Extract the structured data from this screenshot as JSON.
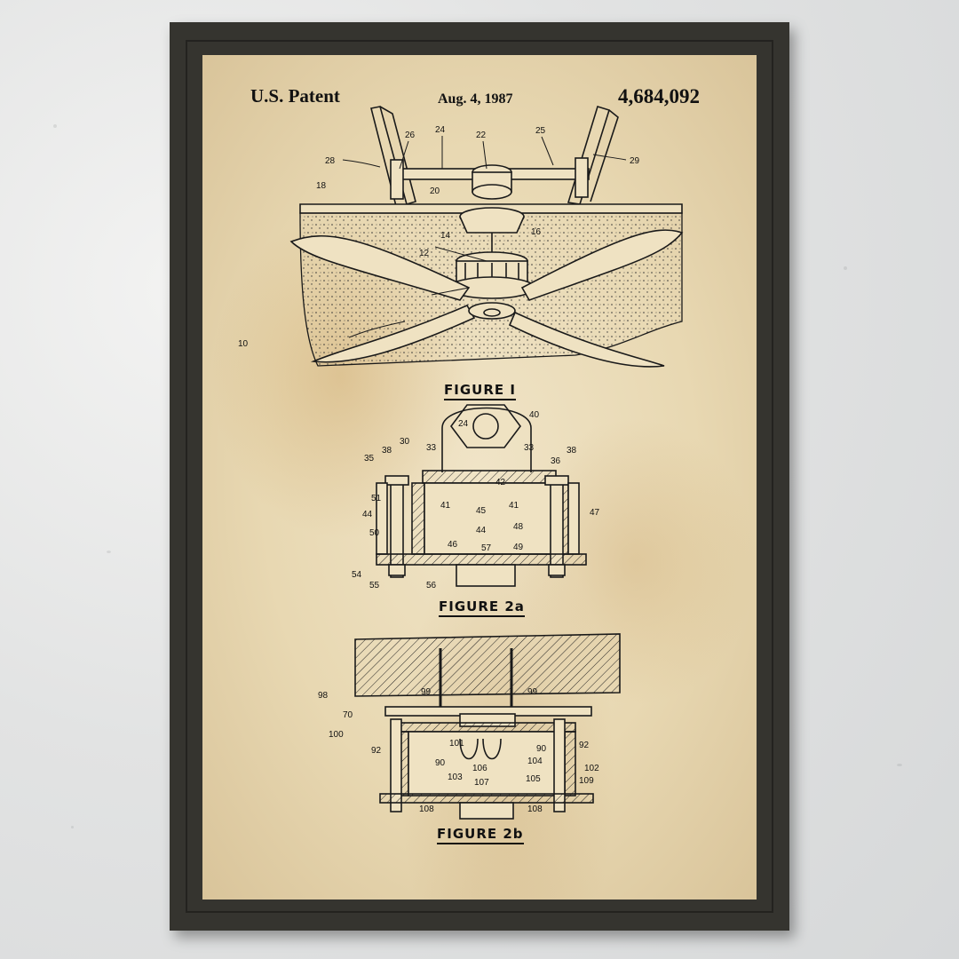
{
  "patent": {
    "office": "U.S. Patent",
    "date": "Aug. 4, 1987",
    "number": "4,684,092"
  },
  "figures": [
    {
      "label": "FIGURE I"
    },
    {
      "label": "FIGURE 2a"
    },
    {
      "label": "FIGURE 2b"
    }
  ],
  "figure1_refs": [
    "28",
    "26",
    "24",
    "22",
    "25",
    "29",
    "18",
    "20",
    "14",
    "16",
    "12",
    "10"
  ],
  "figure2a_refs": [
    "24",
    "40",
    "38",
    "30",
    "33",
    "33",
    "36",
    "38",
    "35",
    "42",
    "51",
    "41",
    "45",
    "41",
    "47",
    "44",
    "48",
    "50",
    "44",
    "46",
    "57",
    "49",
    "54",
    "55",
    "56"
  ],
  "figure2b_refs": [
    "98",
    "99",
    "99",
    "70",
    "100",
    "101",
    "90",
    "92",
    "92",
    "90",
    "106",
    "104",
    "102",
    "109",
    "103",
    "107",
    "105",
    "108",
    "108"
  ]
}
